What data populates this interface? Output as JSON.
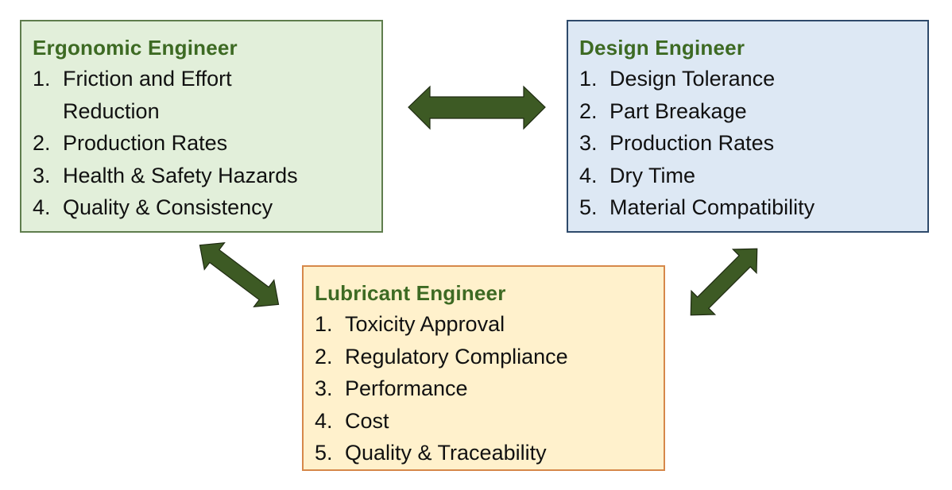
{
  "boxes": {
    "ergonomic": {
      "title": "Ergonomic Engineer",
      "items": [
        {
          "num": "1.",
          "text": "Friction and Effort Reduction"
        },
        {
          "num": "2.",
          "text": "Production Rates"
        },
        {
          "num": "3.",
          "text": "Health & Safety Hazards"
        },
        {
          "num": "4.",
          "text": "Quality & Consistency"
        }
      ]
    },
    "design": {
      "title": "Design Engineer",
      "items": [
        {
          "num": "1.",
          "text": "Design Tolerance"
        },
        {
          "num": "2.",
          "text": "Part Breakage"
        },
        {
          "num": "3.",
          "text": "Production Rates"
        },
        {
          "num": "4.",
          "text": "Dry Time"
        },
        {
          "num": "5.",
          "text": "Material Compatibility"
        }
      ]
    },
    "lubricant": {
      "title": "Lubricant Engineer",
      "items": [
        {
          "num": "1.",
          "text": "Toxicity Approval"
        },
        {
          "num": "2.",
          "text": "Regulatory Compliance"
        },
        {
          "num": "3.",
          "text": "Performance"
        },
        {
          "num": "4.",
          "text": "Cost"
        },
        {
          "num": "5.",
          "text": "Quality & Traceability"
        }
      ]
    }
  },
  "connections": [
    {
      "from": "Ergonomic Engineer",
      "to": "Design Engineer",
      "type": "bidirectional"
    },
    {
      "from": "Ergonomic Engineer",
      "to": "Lubricant Engineer",
      "type": "bidirectional"
    },
    {
      "from": "Design Engineer",
      "to": "Lubricant Engineer",
      "type": "bidirectional"
    }
  ],
  "colors": {
    "title": "#3d6a23",
    "arrow": "#3d5a24",
    "ergonomic_fill": "#e2efda",
    "design_fill": "#dde8f4",
    "lubricant_fill": "#fff1cc"
  }
}
